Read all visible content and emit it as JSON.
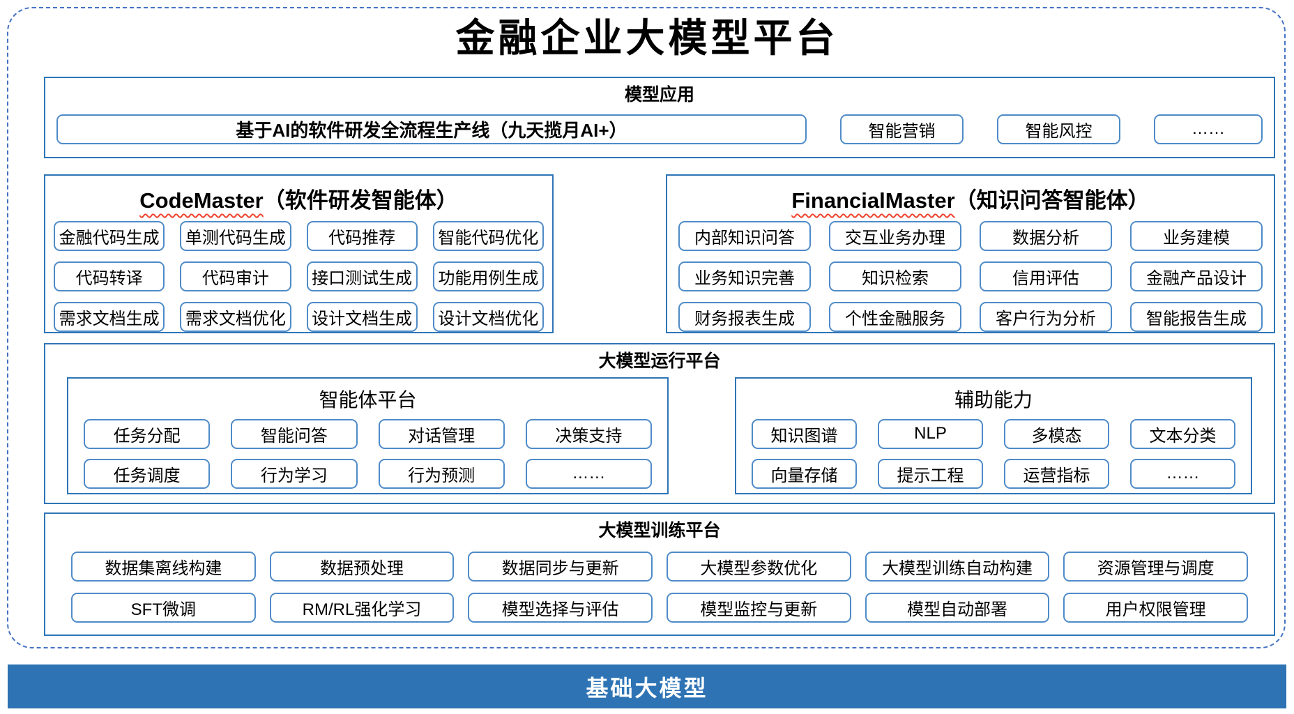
{
  "title": "金融企业大模型平台",
  "colors": {
    "dashed_border": "#4472C4",
    "panel_border": "#2E75B6",
    "item_border": "#4E8BC8",
    "squiggle_red": "#F0422B",
    "foundation_bg": "#2E74B5",
    "foundation_text": "#FFFFFF"
  },
  "model_apps": {
    "header": "模型应用",
    "main_item": "基于AI的软件研发全流程生产线（九天揽月AI+）",
    "items": [
      "智能营销",
      "智能风控",
      "……"
    ]
  },
  "code_master": {
    "title_en": "CodeMaster",
    "title_zh": "（软件研发智能体）",
    "items": [
      "金融代码生成",
      "单测代码生成",
      "代码推荐",
      "智能代码优化",
      "代码转译",
      "代码审计",
      "接口测试生成",
      "功能用例生成",
      "需求文档生成",
      "需求文档优化",
      "设计文档生成",
      "设计文档优化"
    ]
  },
  "financial_master": {
    "title_en": "FinancialMaster",
    "title_zh": "（知识问答智能体）",
    "items": [
      "内部知识问答",
      "交互业务办理",
      "数据分析",
      "业务建模",
      "业务知识完善",
      "知识检索",
      "信用评估",
      "金融产品设计",
      "财务报表生成",
      "个性金融服务",
      "客户行为分析",
      "智能报告生成"
    ]
  },
  "runtime_platform": {
    "header": "大模型运行平台",
    "agent_platform": {
      "header": "智能体平台",
      "items": [
        "任务分配",
        "智能问答",
        "对话管理",
        "决策支持",
        "任务调度",
        "行为学习",
        "行为预测",
        "……"
      ]
    },
    "auxiliary": {
      "header": "辅助能力",
      "items": [
        "知识图谱",
        "NLP",
        "多模态",
        "文本分类",
        "向量存储",
        "提示工程",
        "运营指标",
        "……"
      ]
    }
  },
  "training_platform": {
    "header": "大模型训练平台",
    "items": [
      "数据集离线构建",
      "数据预处理",
      "数据同步与更新",
      "大模型参数优化",
      "大模型训练自动构建",
      "资源管理与调度",
      "SFT微调",
      "RM/RL强化学习",
      "模型选择与评估",
      "模型监控与更新",
      "模型自动部署",
      "用户权限管理"
    ]
  },
  "foundation": {
    "label": "基础大模型"
  }
}
